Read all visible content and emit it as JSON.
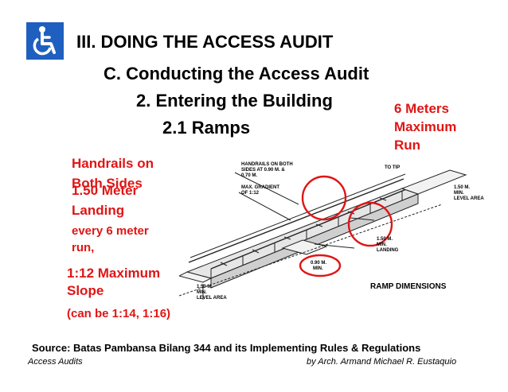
{
  "slide": {
    "title": "III. DOING THE ACCESS AUDIT",
    "subtitle": "C. Conducting the Access Audit",
    "section": "2. Entering the Building",
    "subsection": "2.1 Ramps"
  },
  "callouts": {
    "six_meters": [
      "6 Meters",
      "Maximum",
      "Run"
    ],
    "handrails": [
      "Handrails on",
      "Both Sides"
    ],
    "landing": [
      "1.50 Meter",
      "Landing"
    ],
    "landing_detail": [
      "every 6 meter",
      "run,"
    ],
    "slope": [
      "1:12 Maximum",
      "Slope"
    ],
    "slope_alt": "(can be 1:14, 1:16)"
  },
  "drawing": {
    "labels": {
      "handrails": [
        "HANDRAILS ON BOTH",
        "SIDES AT 0.90 M. &",
        "0.70 M."
      ],
      "gradient": [
        "MAX. GRADIENT",
        "OF 1:12"
      ],
      "top_tip": "TO TIP",
      "level_area_right": [
        "1.50 M.",
        "MIN.",
        "LEVEL AREA"
      ],
      "landing": [
        "1.50 M.",
        "MIN.",
        "LANDING"
      ],
      "ramp_width": [
        "0.90 M.",
        "MIN."
      ],
      "level_area_left": [
        "1.50 M.",
        "MIN.",
        "LEVEL AREA"
      ],
      "caption": "RAMP DIMENSIONS"
    }
  },
  "source": "Source: Batas Pambansa Bilang 344 and its Implementing Rules & Regulations",
  "footer": {
    "left": "Access Audits",
    "right": "by Arch. Armand Michael R. Eustaquio"
  },
  "colors": {
    "accent": "#e01515",
    "logo_bg": "#1f5fbf"
  },
  "icons": {
    "logo": "wheelchair-accessibility-icon"
  }
}
